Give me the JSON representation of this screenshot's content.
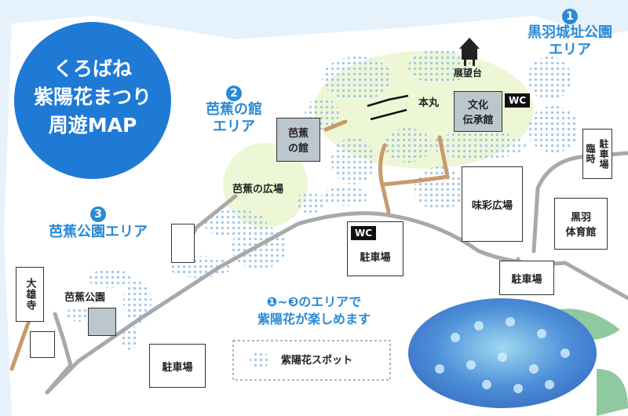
{
  "title": {
    "line1": "くろばね",
    "line2": "紫陽花まつり",
    "line3": "周遊MAP"
  },
  "areas": {
    "area1": {
      "num": "1",
      "name_line1": "黒羽城址公園",
      "name_line2": "エリア"
    },
    "area2": {
      "num": "2",
      "name_line1": "芭蕉の館",
      "name_line2": "エリア"
    },
    "area3": {
      "num": "3",
      "name": "芭蕉公園エリア"
    }
  },
  "places": {
    "observatory": "展望台",
    "honmaru": "本丸",
    "bunka_line1": "文化",
    "bunka_line2": "伝承館",
    "wc": "WC",
    "basho_kan_line1": "芭蕉",
    "basho_kan_line2": "の館",
    "basho_hiroba": "芭蕉の広場",
    "ajisai_hiroba": "味彩広場",
    "rinji_line1": "臨時",
    "rinji_line2": "駐車場",
    "taiikukan_line1": "黒羽",
    "taiikukan_line2": "体育館",
    "parking": "駐車場",
    "daioji": "大雄寺",
    "basho_park": "芭蕉公園"
  },
  "message": {
    "line1": "❶~❸のエリアで",
    "line2": "紫陽花が楽しめます"
  },
  "legend": {
    "spot_label": "紫陽花スポット"
  },
  "colors": {
    "background": "#e6f2fb",
    "accent_blue": "#2a8ad6",
    "title_circle": "#1f7ad6",
    "green_area": "#edf7d6",
    "road": "#a9a9a9",
    "path": "#c89a6a",
    "dot": "#9fc6ea"
  }
}
